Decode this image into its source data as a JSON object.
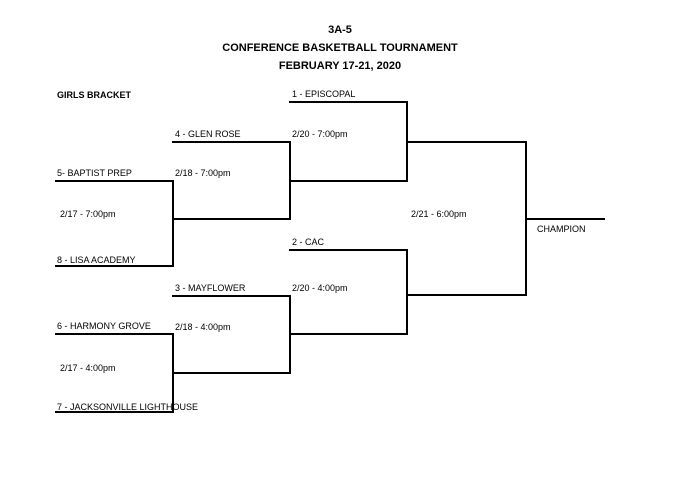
{
  "header": {
    "line1": "3A-5",
    "line2": "CONFERENCE BASKETBALL TOURNAMENT",
    "line3": "FEBRUARY 17-21, 2020"
  },
  "bracket_label": "GIRLS BRACKET",
  "teams": {
    "seed1": "1 - EPISCOPAL",
    "seed2": "2 - CAC",
    "seed3": "3 - MAYFLOWER",
    "seed4": "4 - GLEN ROSE",
    "seed5": "5- BAPTIST PREP",
    "seed6": "6 - HARMONY GROVE",
    "seed7": "7 - JACKSONVILLE LIGHTHOUSE",
    "seed8": "8 - LISA ACADEMY"
  },
  "games": {
    "first_round_top": "2/17 - 7:00pm",
    "first_round_bottom": "2/17 - 4:00pm",
    "quarter_top": "2/18 - 7:00pm",
    "quarter_bottom": "2/18 - 4:00pm",
    "semi_top": "2/20 - 7:00pm",
    "semi_bottom": "2/20 - 4:00pm",
    "final": "2/21 - 6:00pm"
  },
  "champion": "CHAMPION"
}
